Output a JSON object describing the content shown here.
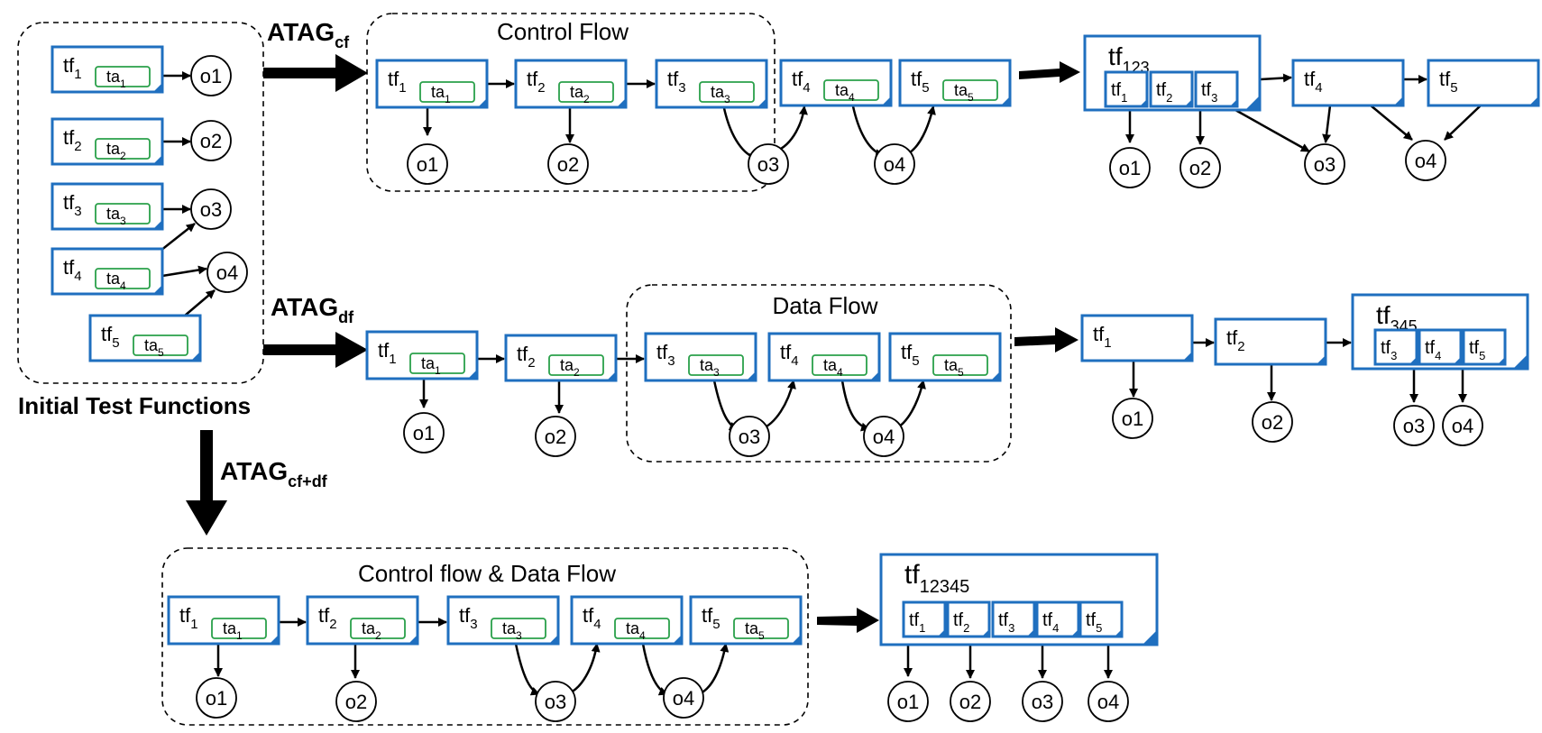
{
  "labels": {
    "atag_cf_main": "ATAG",
    "atag_cf_sub": "cf",
    "atag_df_main": "ATAG",
    "atag_df_sub": "df",
    "atag_cfdf_main": "ATAG",
    "atag_cfdf_sub": "cf+df",
    "initial": "Initial Test Functions",
    "control_flow": "Control Flow",
    "data_flow": "Data Flow",
    "cf_df": "Control flow & Data Flow"
  },
  "nodes": {
    "tf": "tf",
    "ta": "ta",
    "outputs": [
      "o1",
      "o2",
      "o3",
      "o4"
    ],
    "merged_cf": "123",
    "merged_df": "345",
    "merged_all": "12345"
  },
  "colors": {
    "tf_border": "#1f6fbf",
    "ta_border": "#2aa04a",
    "ink": "#000000"
  }
}
